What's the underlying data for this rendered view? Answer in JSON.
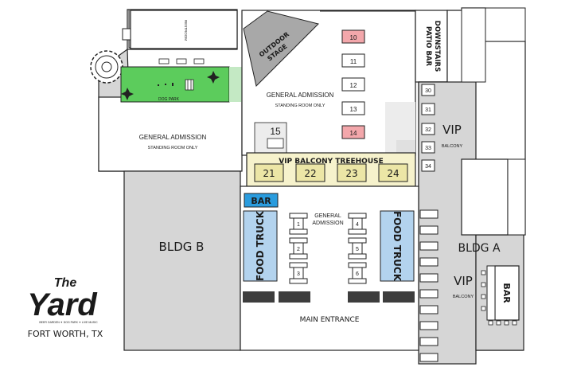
{
  "map": {
    "buildings": {
      "restroom": "RESTROOM",
      "outdoor_stage_line1": "OUTDOOR",
      "outdoor_stage_line2": "STAGE",
      "downstairs_line1": "DOWNSTAIRS",
      "downstairs_line2": "PATIO BAR",
      "dog_park": "DOG PARK",
      "bldg_b": "BLDG B",
      "bldg_a": "BLDG A",
      "main_entrance": "MAIN ENTRANCE"
    },
    "zones": {
      "general_admission": "GENERAL ADMISSION",
      "standing_room_only": "STANDING ROOM ONLY",
      "general_admission_center_line1": "GENERAL",
      "general_admission_center_line2": "ADMISSION",
      "vip_balcony_treehouse": "VIP BALCONY TREEHOUSE",
      "vip": "VIP",
      "balcony": "BALCONY",
      "food_truck": "FOOD TRUCK",
      "bar": "BAR"
    },
    "tables": {
      "stage_column": [
        "10",
        "11",
        "12",
        "13",
        "14"
      ],
      "stage_single": "15",
      "treehouse": [
        "21",
        "22",
        "23",
        "24"
      ],
      "vip_column": [
        "30",
        "31",
        "32",
        "33",
        "34"
      ],
      "center_left": [
        "1",
        "2",
        "3"
      ],
      "center_right": [
        "4",
        "5",
        "6"
      ]
    },
    "colors": {
      "gray_area": "#d6d6d6",
      "dog_park_green": "#5ccc5c",
      "food_truck_blue": "#b3d3ee",
      "bar_blue": "#2a9cde",
      "treehouse_yellow": "#f6f2cc",
      "highlight_pink": "#f3a7ab",
      "dark_bar": "#3d3d3d"
    }
  },
  "logo": {
    "the": "The",
    "yard": "Yard",
    "tagline": "BEER GARDEN ✦ DOG PARK ✦ LIVE MUSIC",
    "location": "FORT WORTH, TX"
  }
}
